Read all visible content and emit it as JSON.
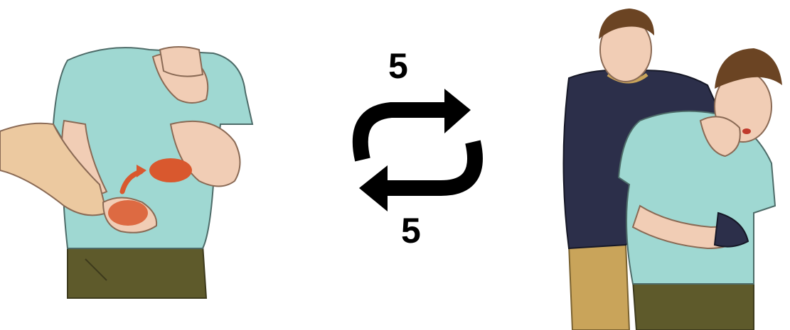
{
  "center": {
    "count_top": "5",
    "count_bottom": "5",
    "cycle_icon": "repeat-cycle-arrows-icon"
  },
  "illustrations": {
    "left": "back-blow-technique-illustration",
    "right": "abdominal-thrust-heimlich-illustration"
  },
  "colors": {
    "shirt": "#9fd8d2",
    "pants": "#5e5a2b",
    "skin": "#f1cdb5",
    "highlight": "#d9582e",
    "rescuer_shirt": "#2c2f4a",
    "rescuer_pants": "#c9a45a",
    "hair": "#6b4423"
  }
}
